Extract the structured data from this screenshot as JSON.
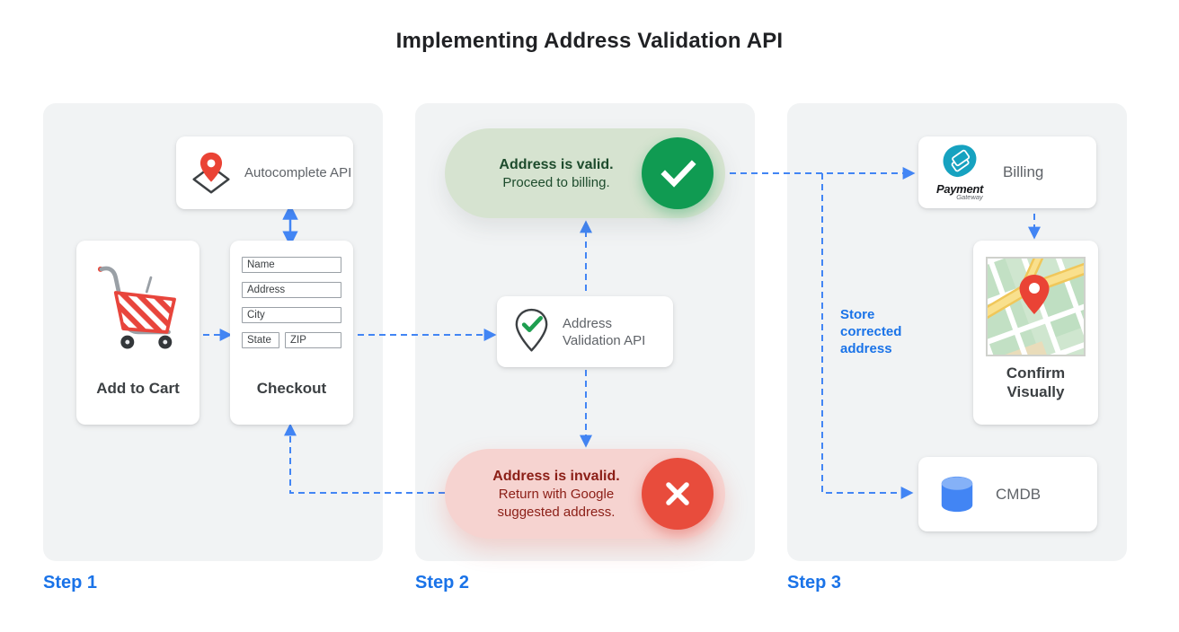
{
  "title": "Implementing Address Validation API",
  "steps": {
    "step1": {
      "label": "Step 1",
      "autocomplete_card": {
        "label": "Autocomplete API"
      },
      "cart_card": {
        "label": "Add to Cart"
      },
      "checkout_card": {
        "label": "Checkout",
        "fields": [
          "Name",
          "Address",
          "City",
          "State",
          "ZIP"
        ]
      }
    },
    "step2": {
      "label": "Step 2",
      "valid_banner": {
        "title": "Address is valid.",
        "subtitle": "Proceed to billing."
      },
      "validation_card": {
        "label": "Address Validation API"
      },
      "invalid_banner": {
        "title": "Address is invalid.",
        "subtitle": "Return with Google suggested address."
      }
    },
    "step3": {
      "label": "Step 3",
      "billing_card": {
        "label": "Billing",
        "logo": {
          "title": "Payment",
          "subtitle": "Gateway"
        }
      },
      "confirm_card": {
        "label": "Confirm Visually"
      },
      "cmdb_card": {
        "label": "CMDB"
      },
      "store_note": "Store corrected address"
    }
  },
  "icons": {
    "autocomplete": "map-pin-diamond-icon",
    "cart": "shopping-cart-icon",
    "validation": "pin-check-icon",
    "valid": "check-icon",
    "invalid": "x-icon",
    "billing": "payment-gateway-logo",
    "confirm": "map-thumbnail",
    "cmdb": "database-cylinder-icon"
  },
  "colors": {
    "arrow_blue": "#4285f4",
    "step_label_blue": "#1a73e8",
    "panel_bg": "#f1f3f4",
    "card_bg": "#ffffff",
    "valid_bg": "#d6e3d0",
    "valid_text": "#1d4b2c",
    "valid_circle": "#109b52",
    "invalid_bg": "#f6d3d0",
    "invalid_text": "#8b1e16",
    "invalid_circle": "#e84c3c",
    "pin_red": "#ea4335",
    "gateway_teal": "#16a2c0",
    "db_blue": "#4285f4"
  }
}
